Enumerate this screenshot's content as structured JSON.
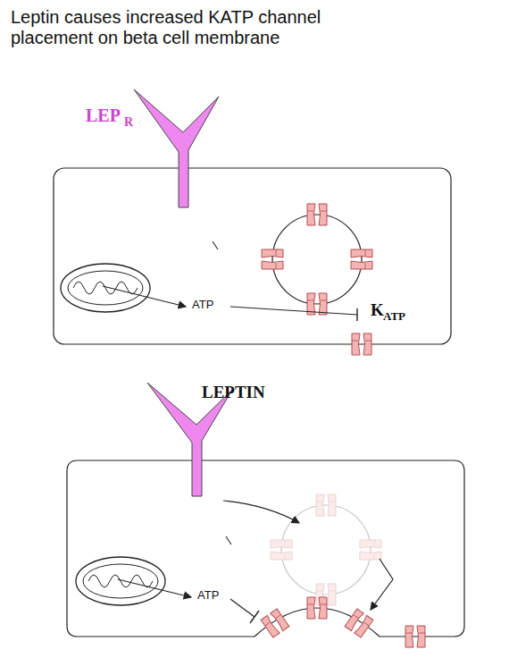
{
  "diagram": {
    "title": "Leptin causes increased KATP channel placement on beta cell membrane",
    "labels": [
      "LEP",
      "R",
      "ATP",
      "K",
      "ATP",
      "LEPTIN",
      "ATP"
    ]
  }
}
